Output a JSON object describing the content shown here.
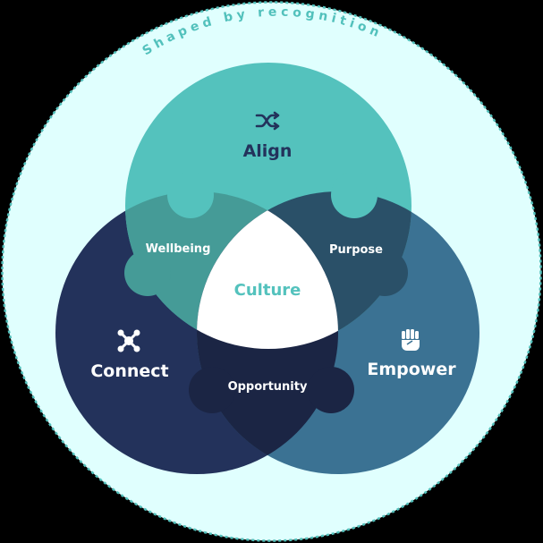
{
  "diagram": {
    "tagline": "Shaped by recognition",
    "center": {
      "label": "Culture"
    },
    "circles": [
      {
        "id": "align",
        "label": "Align",
        "icon": "shuffle-icon"
      },
      {
        "id": "connect",
        "label": "Connect",
        "icon": "network-nodes-icon"
      },
      {
        "id": "empower",
        "label": "Empower",
        "icon": "raised-fist-icon"
      }
    ],
    "overlaps": [
      {
        "between": [
          "align",
          "connect"
        ],
        "label": "Wellbeing"
      },
      {
        "between": [
          "align",
          "empower"
        ],
        "label": "Purpose"
      },
      {
        "between": [
          "connect",
          "empower"
        ],
        "label": "Opportunity"
      }
    ]
  },
  "colors": {
    "background": "#000000",
    "outer_fill": "#e0fffe",
    "outer_stroke": "#52c1bc",
    "align": "#54c2bd",
    "connect": "#23325b",
    "empower": "#3b7293",
    "wellbeing": "#459b97",
    "purpose": "#2a5068",
    "opportunity": "#1b2544",
    "culture": "#ffffff",
    "culture_text": "#54c2bd",
    "align_text": "#23325b",
    "light_text": "#ffffff",
    "tagline_text": "#52c1bc"
  }
}
